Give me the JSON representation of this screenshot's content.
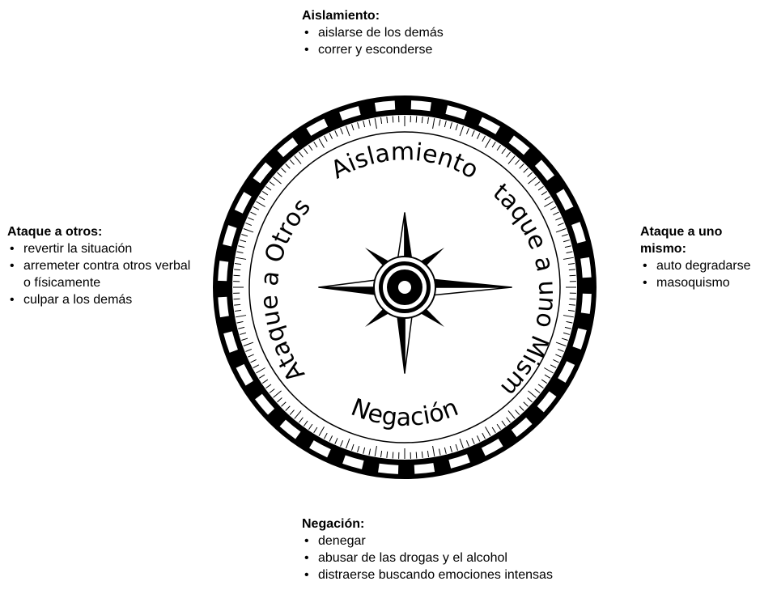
{
  "compass": {
    "top": "Aislamiento",
    "right": "Ataque a uno Mismo",
    "bottom": "Negación",
    "left": "Ataque a Otros"
  },
  "blocks": {
    "top": {
      "title": "Aislamiento:",
      "items": [
        "aislarse de los demás",
        "correr y esconderse"
      ]
    },
    "left": {
      "title": "Ataque a otros:",
      "items": [
        "revertir la situación",
        "arremeter contra otros verbal o físicamente",
        "culpar a los demás"
      ]
    },
    "right": {
      "title": "Ataque a uno mismo:",
      "items": [
        "auto degradarse",
        "masoquismo"
      ]
    },
    "bottom": {
      "title": "Negación:",
      "items": [
        "denegar",
        "abusar de las drogas y el alcohol",
        "distraerse buscando emociones intensas"
      ]
    }
  }
}
